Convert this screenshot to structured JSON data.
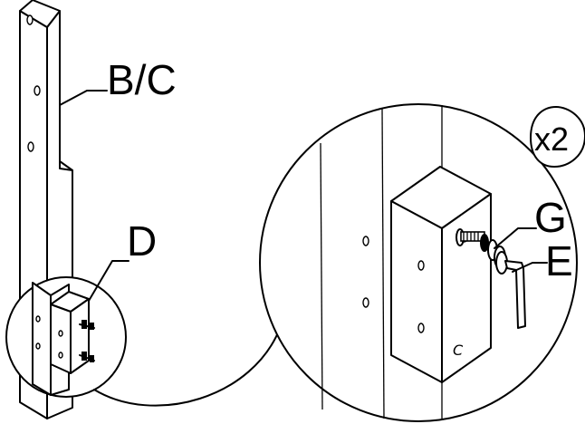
{
  "labels": {
    "part_bc": "B/C",
    "part_d": "D",
    "part_g": "G",
    "part_e": "E",
    "quantity": "x2",
    "block_mark": "C"
  }
}
